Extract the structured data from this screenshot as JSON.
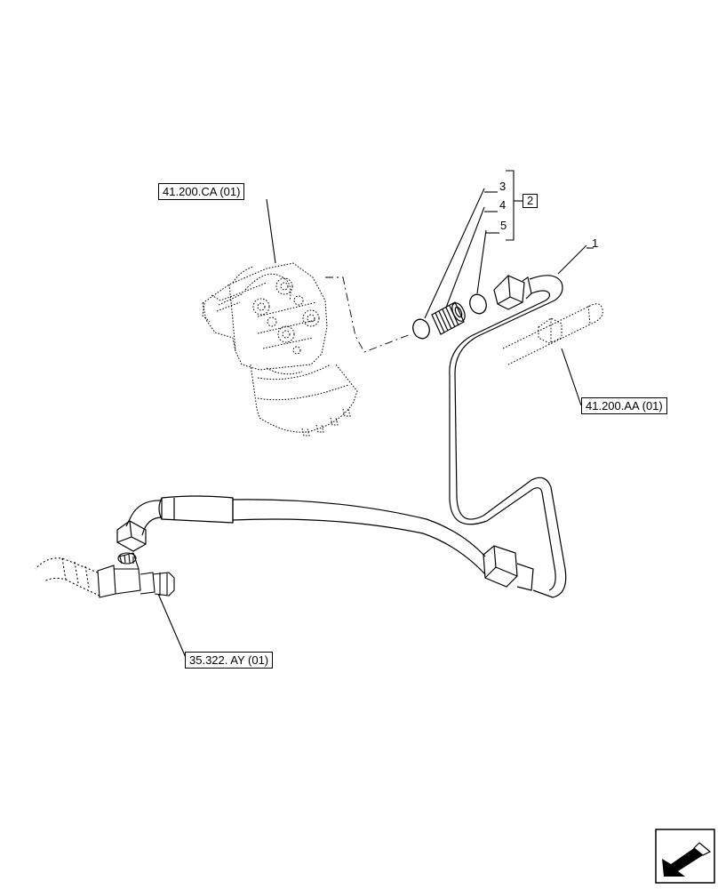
{
  "references": {
    "steering_unit": "41.200.CA (01)",
    "hydraulic_tube": "41.200.AA (01)",
    "tee_fitting": "35.322. AY (01)"
  },
  "callouts": {
    "tube": "1",
    "kit_group": "2",
    "o_ring_a": "3",
    "adapter": "4",
    "o_ring_b": "5"
  },
  "icons": {
    "navigation": "next-page-arrow-icon"
  },
  "colors": {
    "line": "#000000",
    "background": "#ffffff"
  }
}
